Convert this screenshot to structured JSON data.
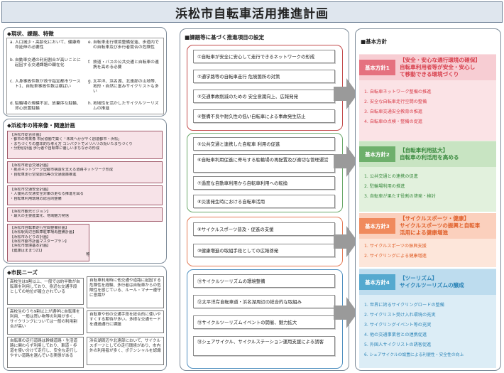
{
  "title": "浜松市自転車活用推進計画",
  "left": {
    "issues_heading": "◆現状、課題、特徴",
    "issues": [
      {
        "num": "a.",
        "text": "人口減少・高齢化において、健康寿命延伸の必要性"
      },
      {
        "num": "e.",
        "text": "自転車走行環境整備促進、歩道内での自転車及び歩行者競合の危険性"
      },
      {
        "num": "b.",
        "text": "自動車交通の利用割合が高いことに起因する交通課題の顕在化"
      },
      {
        "num": "f.",
        "text": "鉄道・バスの公共交通と自転車の連携を高める必要"
      },
      {
        "num": "c.",
        "text": "人身事故件数が政令指定都市ワースト1、自転車事故件数は横ばい"
      },
      {
        "num": "g.",
        "text": "太平洋、浜名湖、北遠部の山地等、地形・自然に富みサイクリストも多い"
      },
      {
        "num": "d.",
        "text": "駐輪場の規模不足、放棄序な駐輪、郊心放置駐輪"
      },
      {
        "num": "h.",
        "text": "地域性を活かしたサイクルツーリズムの推進"
      }
    ],
    "plans_heading": "◆浜松市の将来像・関連計画",
    "plans": [
      {
        "lines": [
          "【浜松市総合計画】",
          "・都市の将来像 市民協働で築く「未来へかがやく創造都市・浜松」",
          "・まちづくりの基本的な考え方 コンパクトでメリハリの効いたまちづくり",
          "・分野別計画 歩行者や自転車に優しいまちなかの形成"
        ]
      },
      {
        "lines": [
          "【浜松市総合交通計画】",
          "・拠点ネットワーク型都市構造を支える道路ネットワーク形成",
          "・自転車走行空間創出等の交通施策推進"
        ]
      },
      {
        "lines": [
          "【浜松市交通安全計画】",
          "・人優先の交通安全対策の更なる推進を図る",
          "・自転車利用環境の総合的整備"
        ]
      },
      {
        "lines": [
          "【浜松市観光ビジョン】",
          "・最大の主要産業化、地域魅力発信"
        ]
      },
      {
        "lines": [
          "【浜松市自転車走行空間整備計画】",
          "【浜松駅周辺自転車駐車場再整備計画】",
          "【浜松市みどりの計画】",
          "【浜松市都市計画マスタープラン】",
          "【浜松市環境基本計画】",
          "【健康はままつ21】"
        ]
      }
    ],
    "plans_etc": "等",
    "needs_heading": "◆市民ニーズ",
    "needs": [
      "高校生は9割以上、一般では約半数が自転車を利用しており、身近な交通手段としての地位が確立されている",
      "自転車利用時に他交通や道路に起因する危険性を経験、多行者は自転車からの危険性を感じている、ルール・マナー遵守に意識が",
      "高校生のうち9割以上が通学に自転車を利用、一般は買い物等の利用が多く、サイクリングについては一般の利用割合が高い",
      "自転車や他の交通手段を総合的に使いやすくする期待が多い。多様な交通モードを通過通行に課題"
    ],
    "needs_2": [
      "自転車の走行道路は幹線道路・生活道路に関わらず利用しており、車道・歩道を使い分けて走行し、安全な走行しやすい道路を選んでいる実態がある",
      "浜名湖周辺や北遠部において、サイクルスポーツとしての走行環境があり、市内外の利用者が多く、ポテンシャルを認識"
    ]
  },
  "middle": {
    "heading": "■課題等に基づく推進項目の設定",
    "items": [
      "①自転車が安全に安心して走行できるネットワークの形成",
      "②通学路等の自転車走行 危険箇所の対策",
      "③交通事故削減のための 安全意識向上、広報発発",
      "④整備不良や耐久性の低い自転車による事故発生防止",
      "⑤公共交通と連携した自転車 利用の促進",
      "⑥自転車利用促進に寄与する駐輪場の再配置及び適切な管理運営",
      "⑦過度な自動車利用から自転車利用への転換",
      "⑧災害発生時における自転車活用",
      "⑨サイクルスポーツ普及・促進の支援",
      "⑩健康増進の取組手段としての広報啓発",
      "⑪サイクルツーリズムの環境整備",
      "⑫太平洋岸自転車道・浜名湖周辺の総合的な取組み",
      "⑬サイクルツーリズムイベントの開催、魅力拡大",
      "⑭シェアサイクル、サイクルステーション運用支援による誘客"
    ]
  },
  "right": {
    "heading": "■基本方針",
    "policies": [
      {
        "badge": "基本方針1",
        "title": [
          "【安全・安心な通行環境の確保】",
          "自転車利用者等が安全・安心し",
          "て移動できる環境づくり"
        ],
        "items": [
          "1. 自転車ネットワーク整備の推進",
          "2. 安全な自転車走行空間の整備",
          "3. 自転車交通安全教育の推進",
          "4. 自転車の点検・整備の促進"
        ],
        "color": "#e5717f",
        "bg": "#fbe3e6",
        "text_color": "#d8404d"
      },
      {
        "badge": "基本方針2",
        "title": [
          "【自転車利用拡大】",
          "自転車の利活用を高める"
        ],
        "items": [
          "1. 公共交通との連携の促進",
          "2. 駐輪場利用の推進",
          "3. 自転車が果たす役割の啓発・検討"
        ],
        "color": "#6eb06c",
        "bg": "#e2f1dd",
        "text_color": "#3a8a3f"
      },
      {
        "badge": "基本方針3",
        "title": [
          "【サイクルスポーツ・健康】",
          "サイクルスポーツの振興と自転車",
          "活用による健康増進"
        ],
        "items": [
          "1. サイクルスポーツの振興支援",
          "2. サイクリングによる健康増進"
        ],
        "color": "#f08a5d",
        "bg": "#fde6da",
        "text_color": "#e0602a"
      },
      {
        "badge": "基本方針4",
        "title": [
          "【ツーリズム】",
          "サイクルツーリズムの醸成"
        ],
        "items": [
          "1. 世界に誇るサイクリングロードの整備",
          "2. サイクリスト受け入れ環境の充実",
          "3. サイクリングイベント等の充実",
          "4. 他の交通事業者との連携促進",
          "5. 外国人サイクリストの誘客促進",
          "6. シェアサイクルの設置による利便性・安全性の向上"
        ],
        "color": "#55a9cf",
        "bg": "#dcedf6",
        "text_color": "#2f86b8"
      }
    ]
  }
}
